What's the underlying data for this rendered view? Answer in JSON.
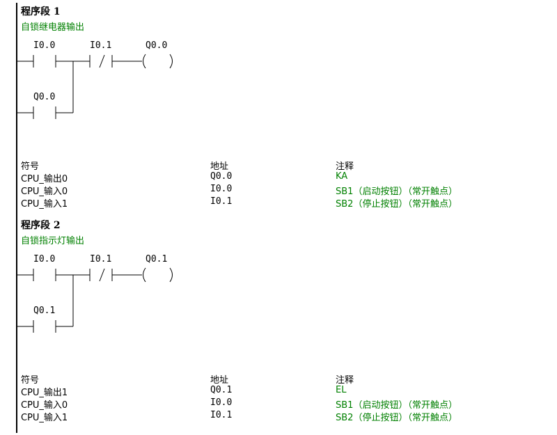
{
  "networks": [
    {
      "title": "程序段 1",
      "comment": "自锁继电器输出",
      "contacts": {
        "no_contact": "I0.0",
        "nc_contact": "I0.1",
        "coil": "Q0.0",
        "parallel_contact": "Q0.0"
      },
      "symbols_header": {
        "symbol": "符号",
        "address": "地址",
        "comment": "注释"
      },
      "symbols": [
        {
          "symbol": "CPU_输出0",
          "address": "Q0.0",
          "comment": "KA"
        },
        {
          "symbol": "CPU_输入0",
          "address": "I0.0",
          "comment": "SB1（启动按钮）（常开触点）"
        },
        {
          "symbol": "CPU_输入1",
          "address": "I0.1",
          "comment": "SB2（停止按钮）（常开触点）"
        }
      ]
    },
    {
      "title": "程序段 2",
      "comment": "自锁指示灯输出",
      "contacts": {
        "no_contact": "I0.0",
        "nc_contact": "I0.1",
        "coil": "Q0.1",
        "parallel_contact": "Q0.1"
      },
      "symbols_header": {
        "symbol": "符号",
        "address": "地址",
        "comment": "注释"
      },
      "symbols": [
        {
          "symbol": "CPU_输出1",
          "address": "Q0.1",
          "comment": "EL"
        },
        {
          "symbol": "CPU_输入0",
          "address": "I0.0",
          "comment": "SB1（启动按钮）（常开触点）"
        },
        {
          "symbol": "CPU_输入1",
          "address": "I0.1",
          "comment": "SB2（停止按钮）（常开触点）"
        }
      ]
    }
  ]
}
